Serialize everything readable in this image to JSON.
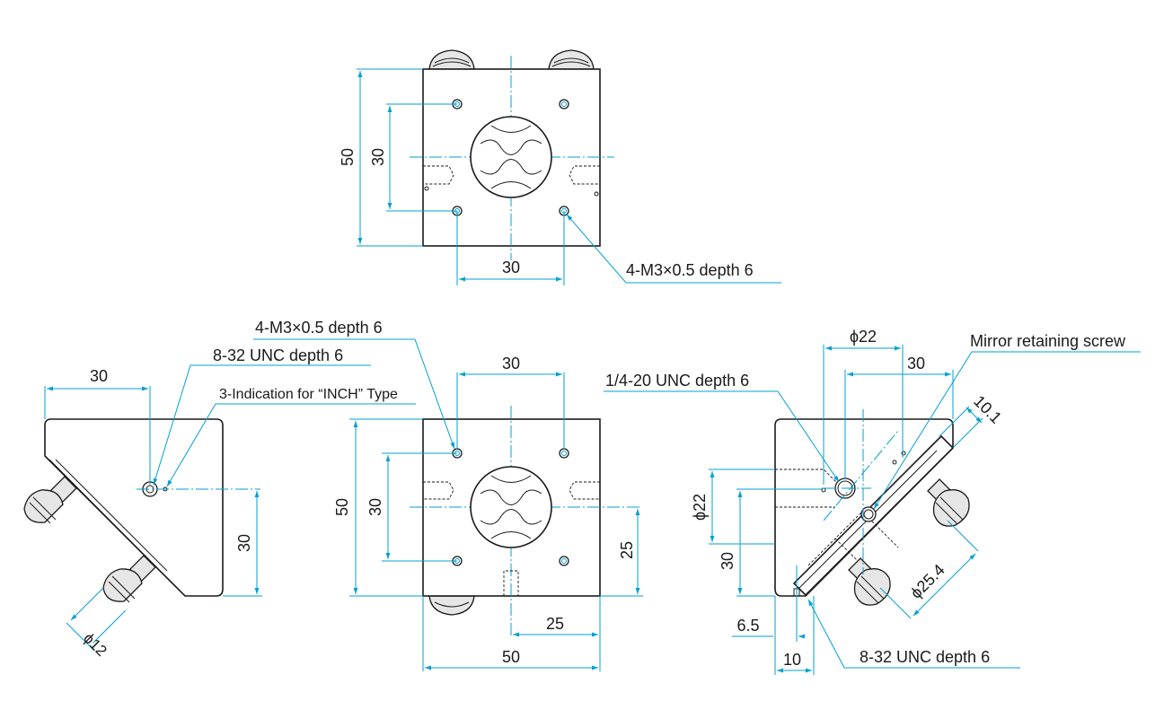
{
  "views": {
    "top": {
      "dim_height_50": "50",
      "dim_hole_pitch_v_30": "30",
      "dim_hole_pitch_h_30": "30",
      "callout_tapped_holes": "4-M3×0.5 depth 6"
    },
    "side": {
      "dim_width_30": "30",
      "dim_height_30": "30",
      "dim_knob_dia": "ϕ12",
      "callout_8_32": "8-32 UNC depth 6",
      "callout_inch": "3-Indication for “INCH” Type"
    },
    "front": {
      "callout_tapped_holes": "4-M3×0.5 depth 6",
      "dim_hole_pitch_h_30": "30",
      "dim_height_50": "50",
      "dim_hole_pitch_v_30": "30",
      "dim_center_25_v": "25",
      "dim_center_25_h": "25",
      "dim_width_50": "50"
    },
    "right": {
      "dim_dia_22_top": "ϕ22",
      "dim_30_top": "30",
      "callout_mirror_screw": "Mirror retaining screw",
      "callout_quarter_20": "1/4-20 UNC depth 6",
      "dim_10_1": "10.1",
      "dim_dia_22_left": "ϕ22",
      "dim_30_left": "30",
      "dim_dia_25_4": "ϕ25.4",
      "dim_6_5": "6.5",
      "dim_10": "10",
      "callout_8_32": "8-32 UNC depth 6"
    }
  },
  "colors": {
    "dimension_line": "#00a0d2",
    "outline": "#1a1a1a"
  }
}
